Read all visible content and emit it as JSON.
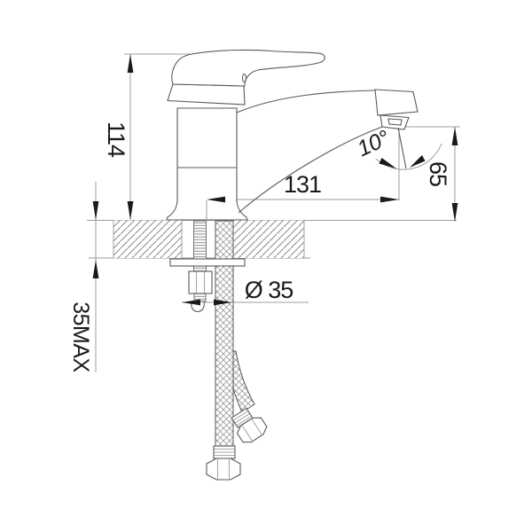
{
  "drawing": {
    "type": "faucet-installation-dimension-drawing",
    "labels": {
      "total_height": "114",
      "spout_reach": "131",
      "spout_angle": "10°",
      "aerator_height": "65",
      "hole_diameter": "Ø 35",
      "deck_thickness_max": "35MAX"
    },
    "colors": {
      "object_line": "#5a5a5a",
      "dimension_line": "#9e9e9e",
      "text": "#1a1a1a",
      "background": "#ffffff"
    }
  }
}
